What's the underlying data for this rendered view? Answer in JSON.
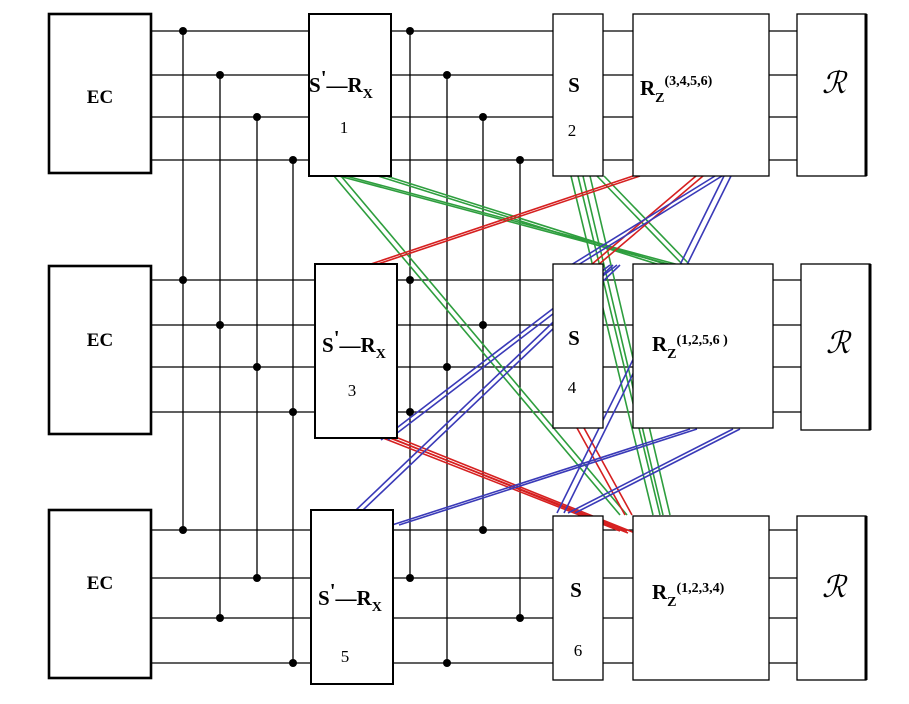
{
  "rows": [
    {
      "ec_label": "EC",
      "sr": {
        "main": "S",
        "prime": "'",
        "dash": "—",
        "r": "R",
        "sub": "X",
        "number": "1"
      },
      "s": {
        "label": "S",
        "number": "2"
      },
      "rz": {
        "label": "R",
        "sub": "Z",
        "sup": "(3,4,5,6)"
      },
      "r_label": "ℛ"
    },
    {
      "ec_label": "EC",
      "sr": {
        "main": "S",
        "prime": "'",
        "dash": "—",
        "r": "R",
        "sub": "X",
        "number": "3"
      },
      "s": {
        "label": "S",
        "number": "4"
      },
      "rz": {
        "label": "R",
        "sub": "Z",
        "sup": "(1,2,5,6 )"
      },
      "r_label": "ℛ"
    },
    {
      "ec_label": "EC",
      "sr": {
        "main": "S",
        "prime": "'",
        "dash": "—",
        "r": "R",
        "sub": "X",
        "number": "5"
      },
      "s": {
        "label": "S",
        "number": "6"
      },
      "rz": {
        "label": "R",
        "sub": "Z",
        "sup": "(1,2,3,4)"
      },
      "r_label": "ℛ"
    }
  ],
  "colors": {
    "stroke": "#000000",
    "green": "#2e9e3e",
    "red": "#d62020",
    "blue": "#3a3ab8"
  }
}
